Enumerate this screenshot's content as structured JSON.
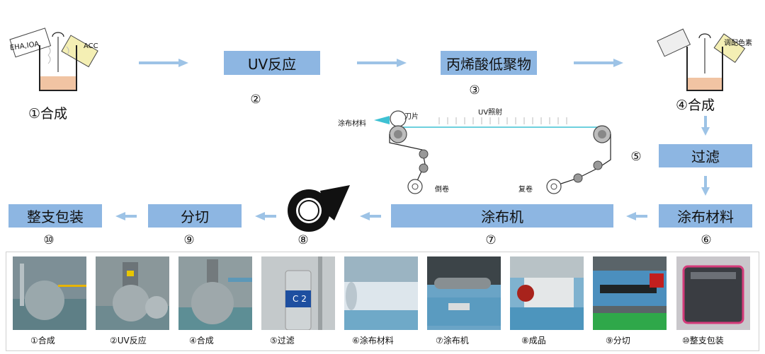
{
  "top_row": {
    "step1_label": "①合成",
    "step1_left_tag": "EHA,IOA",
    "step1_right_tag": "ACC",
    "step2_box": "UV反应",
    "step2_num": "②",
    "step3_box": "丙烯酸低聚物",
    "step3_num": "③",
    "step4_label": "④合成",
    "step4_tag": "调配色素"
  },
  "coater": {
    "material": "涂布材料",
    "blade": "刀片",
    "uv": "UV照射",
    "unwind": "倒卷",
    "rewind": "复卷"
  },
  "right_col": {
    "step5_num": "⑤",
    "step5_box": "过滤",
    "step6_box": "涂布材料",
    "step6_num": "⑥"
  },
  "bottom_row": {
    "step7_box": "涂布机",
    "step7_num": "⑦",
    "step8_num": "⑧",
    "step9_box": "分切",
    "step9_num": "⑨",
    "step10_box": "整支包装",
    "step10_num": "⑩"
  },
  "photos": [
    {
      "caption": "①合成"
    },
    {
      "caption": "②UV反应"
    },
    {
      "caption": "④合成"
    },
    {
      "caption": "⑤过滤"
    },
    {
      "caption": "⑥涂布材料"
    },
    {
      "caption": "⑦涂布机"
    },
    {
      "caption": "⑧成品"
    },
    {
      "caption": "⑨分切"
    },
    {
      "caption": "⑩整支包装"
    }
  ],
  "colors": {
    "box_fill": "#8db6e2",
    "arrow": "#9dc3e6",
    "accent_cyan": "#3ec1d3"
  }
}
